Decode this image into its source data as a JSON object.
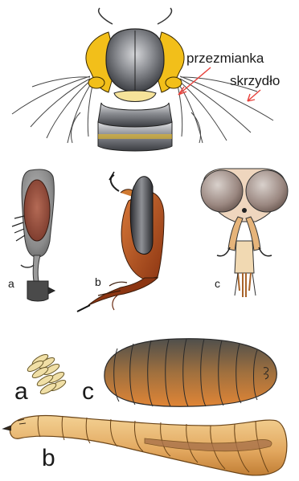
{
  "labels": {
    "przezmianka": "przezmianka",
    "skrzydlo": "skrzydło",
    "mid_a": "a",
    "mid_b": "b",
    "mid_c": "c",
    "bot_a": "a",
    "bot_b": "b",
    "bot_c": "c"
  },
  "colors": {
    "arrow": "#e8423c",
    "yellow": "#f2bf1a",
    "thorax_dark": "#3d3f44",
    "thorax_light": "#c8c9cc",
    "rust": "#b24a1c",
    "eye_brown": "#8a6e64",
    "puparium_dark": "#5e5a50",
    "puparium_orange": "#d07a32",
    "larva": "#e6b168",
    "eggs": "#f0dfa6"
  }
}
